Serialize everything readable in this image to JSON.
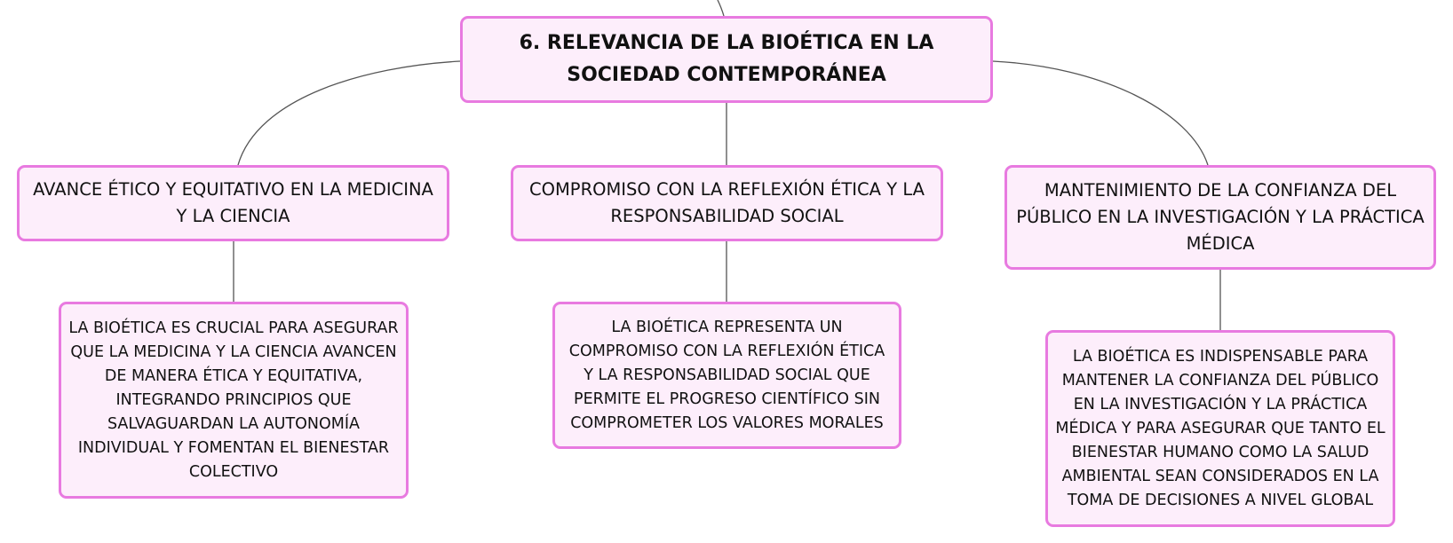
{
  "root": {
    "title": "6. RELEVANCIA DE LA BIOÉTICA EN LA SOCIEDAD CONTEMPORÁNEA"
  },
  "branches": [
    {
      "label": "AVANCE ÉTICO Y EQUITATIVO EN LA MEDICINA Y LA CIENCIA",
      "detail": "LA BIOÉTICA ES CRUCIAL PARA ASEGURAR QUE LA MEDICINA Y LA CIENCIA AVANCEN DE MANERA ÉTICA Y EQUITATIVA, INTEGRANDO PRINCIPIOS QUE SALVAGUARDAN LA AUTONOMÍA INDIVIDUAL Y FOMENTAN EL BIENESTAR COLECTIVO"
    },
    {
      "label": "COMPROMISO CON LA REFLEXIÓN ÉTICA Y LA RESPONSABILIDAD SOCIAL",
      "detail": "LA BIOÉTICA REPRESENTA UN COMPROMISO CON LA REFLEXIÓN ÉTICA Y LA RESPONSABILIDAD SOCIAL QUE PERMITE EL PROGRESO CIENTÍFICO SIN COMPROMETER LOS VALORES MORALES"
    },
    {
      "label": "MANTENIMIENTO DE LA CONFIANZA DEL PÚBLICO EN LA INVESTIGACIÓN Y LA PRÁCTICA MÉDICA",
      "detail": "LA BIOÉTICA ES INDISPENSABLE PARA MANTENER LA CONFIANZA DEL PÚBLICO EN LA INVESTIGACIÓN Y LA PRÁCTICA MÉDICA Y PARA ASEGURAR QUE TANTO EL BIENESTAR HUMANO COMO LA SALUD AMBIENTAL SEAN CONSIDERADOS EN LA TOMA DE DECISIONES A NIVEL GLOBAL"
    }
  ],
  "colors": {
    "node_fill": "#fdeefb",
    "node_border": "#e87ae0",
    "connector": "#555555",
    "text": "#111111"
  }
}
